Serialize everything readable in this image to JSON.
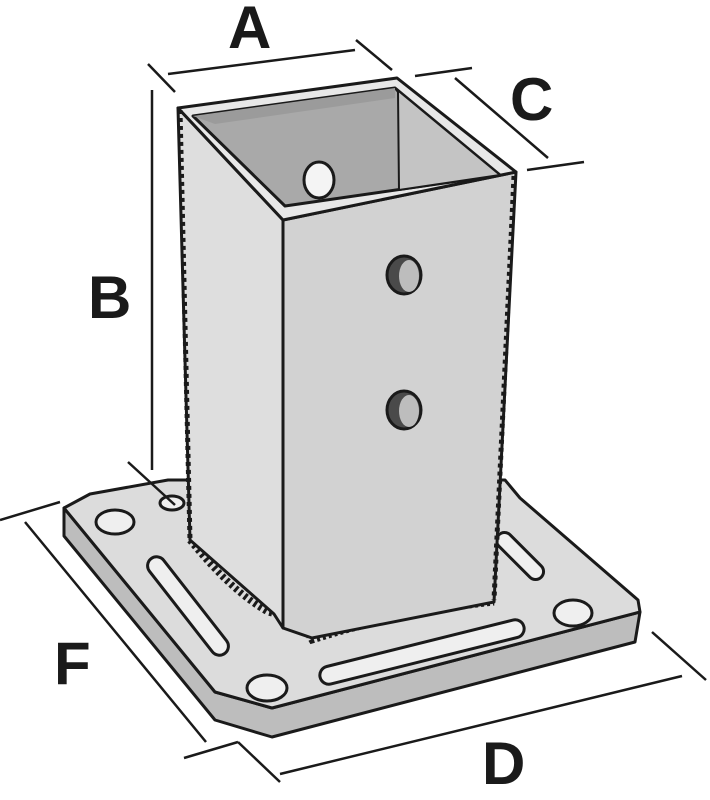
{
  "figure": {
    "labels": {
      "a": "A",
      "b": "B",
      "c": "C",
      "d": "D",
      "f": "F"
    },
    "colors": {
      "outline": "#1a1a1a",
      "plate": "#dcdcdc",
      "plate_edge": "#bdbdbd",
      "tube_front": "#d2d2d2",
      "tube_left": "#dedede",
      "tube_inner": "#a9a9a9",
      "tube_inner_light": "#c4c4c4",
      "hole_fill": "#4a4a4a",
      "slot_fill": "#efefef"
    }
  }
}
